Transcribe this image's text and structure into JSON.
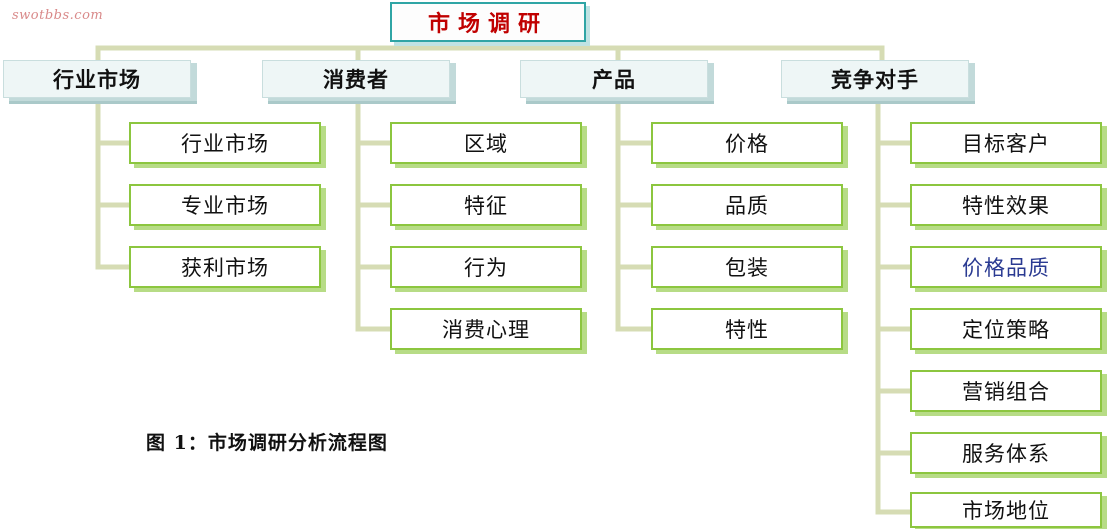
{
  "watermark": "swotbbs.com",
  "root": {
    "label": "市场调研"
  },
  "categories": [
    {
      "label": "行业市场",
      "items": [
        "行业市场",
        "专业市场",
        "获利市场"
      ]
    },
    {
      "label": "消费者",
      "items": [
        "区域",
        "特征",
        "行为",
        "消费心理"
      ]
    },
    {
      "label": "产品",
      "items": [
        "价格",
        "品质",
        "包装",
        "特性"
      ]
    },
    {
      "label": "竞争对手",
      "items": [
        "目标客户",
        "特性效果",
        "价格品质",
        "定位策略",
        "营销组合",
        "服务体系",
        "市场地位"
      ]
    }
  ],
  "caption": "图 1：市场调研分析流程图",
  "colors": {
    "root_text": "#c00000",
    "connector": "#d6dcb4",
    "item_border": "#8cc63f",
    "highlight_text": "#2a3a92"
  }
}
